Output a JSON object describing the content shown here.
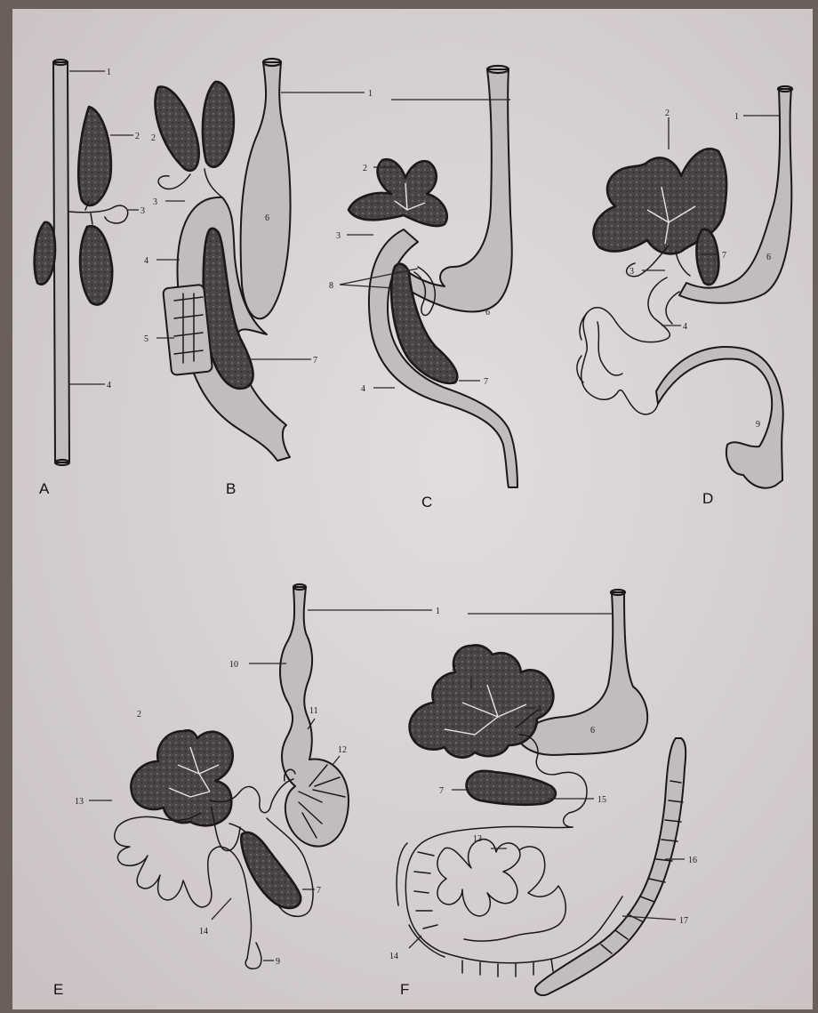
{
  "panels": [
    {
      "id": "A",
      "label": "A"
    },
    {
      "id": "B",
      "label": "B"
    },
    {
      "id": "C",
      "label": "C"
    },
    {
      "id": "D",
      "label": "D"
    },
    {
      "id": "E",
      "label": "E"
    },
    {
      "id": "F",
      "label": "F"
    }
  ],
  "callouts": {
    "n1": "1",
    "n2": "2",
    "n3": "3",
    "n4": "4",
    "n5": "5",
    "n6": "6",
    "n7": "7",
    "n8": "8",
    "n9": "9",
    "n10": "10",
    "n11": "11",
    "n12": "12",
    "n13": "13",
    "n14": "14",
    "n15": "15",
    "n16": "16",
    "n17": "17"
  }
}
